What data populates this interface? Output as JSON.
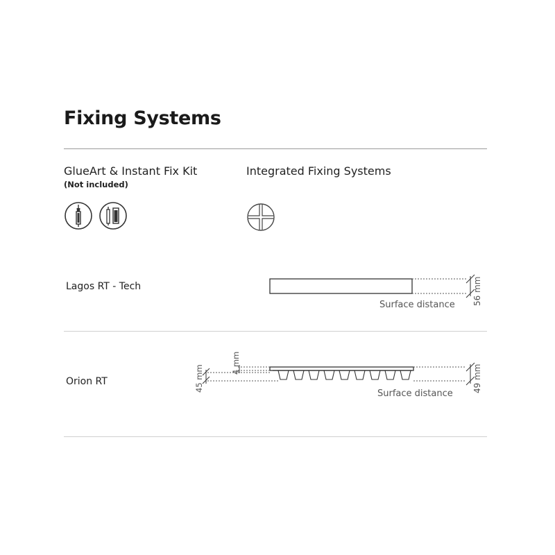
{
  "title": "Fixing Systems",
  "methods": {
    "left": {
      "heading": "GlueArt & Instant Fix Kit",
      "note": "(Not included)",
      "icons": [
        "glue-cartridge-icon",
        "instant-fix-tube-icon"
      ]
    },
    "right": {
      "heading": "Integrated Fixing Systems",
      "icons": [
        "integrated-fixing-icon"
      ]
    }
  },
  "products": [
    {
      "name": "Lagos RT - Tech",
      "surface_label": "Surface distance",
      "depth_label": "56 mm"
    },
    {
      "name": "Orion RT",
      "surface_label": "Surface distance",
      "depth_label": "49 mm",
      "left_depth_label": "45 mm",
      "plate_label": "4 mm"
    }
  ],
  "colors": {
    "line": "#333333",
    "rule": "#9a9a9a",
    "dim_text": "#555555"
  }
}
